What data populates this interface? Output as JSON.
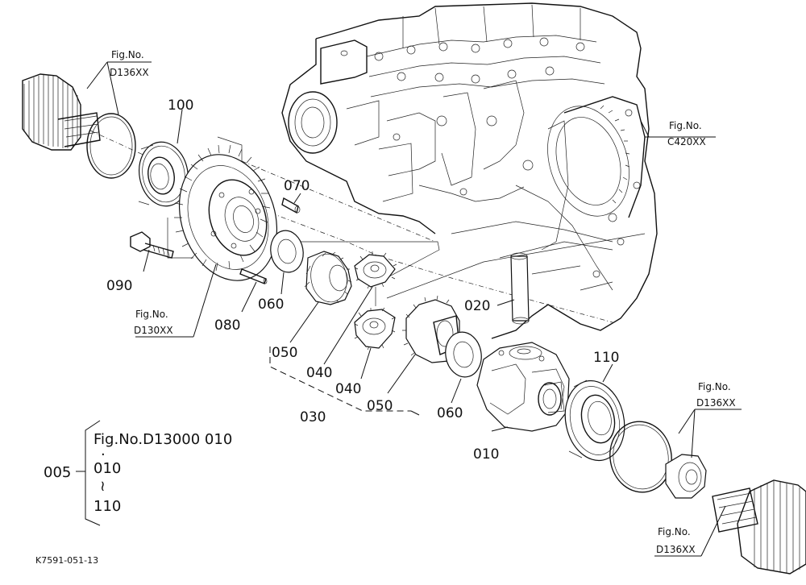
{
  "parts": {
    "p100": "100",
    "p070": "070",
    "p090": "090",
    "p080": "080",
    "p060a": "060",
    "p050a": "050",
    "p040a": "040",
    "p040b": "040",
    "p050b": "050",
    "p060b": "060",
    "p030": "030",
    "p020": "020",
    "p010": "010",
    "p110": "110"
  },
  "figs": {
    "f_d136_top": {
      "line1": "Fig.No.",
      "line2": "D136XX"
    },
    "f_c420": {
      "line1": "Fig.No.",
      "line2": "C420XX"
    },
    "f_d130": {
      "line1": "Fig.No.",
      "line2": "D130XX"
    },
    "f_d136_right": {
      "line1": "Fig.No.",
      "line2": "D136XX"
    },
    "f_d136_bottom": {
      "line1": "Fig.No.",
      "line2": "D136XX"
    }
  },
  "assembly": {
    "code": "005",
    "ref": "Fig.No.D13000  010",
    "dot": "·",
    "from": "010",
    "tilde": "≀",
    "to": "110"
  },
  "drawing_id": "K7591-051-13"
}
